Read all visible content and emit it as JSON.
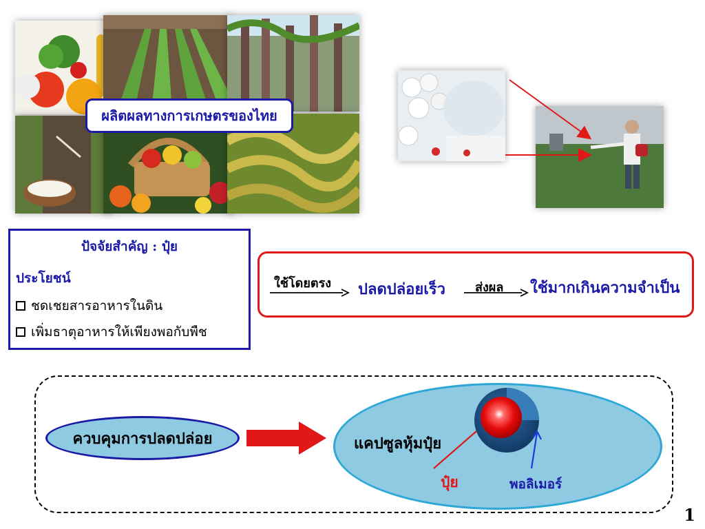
{
  "collage": {
    "caption": "ผลิตผลทางการเกษตรของไทย",
    "photos": [
      "vegetables-photo",
      "crop-rows-photo",
      "sugarcane-photo",
      "rubber-tapping-photo",
      "fruit-basket-photo",
      "rice-field-photo"
    ]
  },
  "fertilizer_photos": [
    "fertilizer-pellets-photo",
    "farmer-spraying-photo"
  ],
  "factor": {
    "title": "ปัจจัยสำคัญ : ปุ๋ย",
    "benefit_heading": "ประโยชน์",
    "benefits": [
      "ชดเชยสารอาหารในดิน",
      "เพิ่มธาตุอาหารให้เพียงพอกับพืช"
    ]
  },
  "flow": {
    "label_direct": "ใช้โดยตรง",
    "state_release": "ปลดปล่อยเร็ว",
    "label_effect": "ส่งผล",
    "state_overuse": "ใช้มากเกินความจำเป็น"
  },
  "control": {
    "left_label": "ควบคุมการปลดปล่อย",
    "right_label": "แคปซูลหุ้มปุ๋ย",
    "core_label": "ปุ๋ย",
    "shell_label": "พอลิเมอร์"
  },
  "colors": {
    "blue": "#1a1aa6",
    "red": "#e01818",
    "light_blue": "#8ecbe2"
  },
  "page_number": "1"
}
